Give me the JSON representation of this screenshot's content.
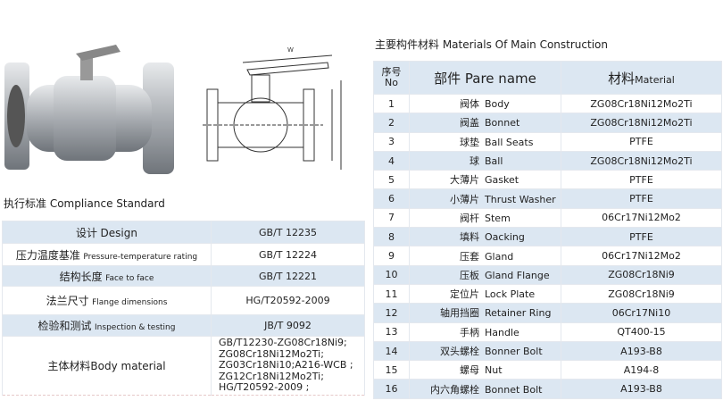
{
  "compliance": {
    "title": "执行标准 Compliance Standard",
    "rows": [
      {
        "label_cn": "设计",
        "label_en": "Design",
        "value": "GB/T 12235"
      },
      {
        "label_cn": "压力温度基准",
        "label_en": "Pressure-temperature rating",
        "value": "GB/T 12224"
      },
      {
        "label_cn": "结构长度",
        "label_en": "Face to face",
        "value": "GB/T 12221"
      },
      {
        "label_cn": "法兰尺寸",
        "label_en": "Flange dimensions",
        "value": "HG/T20592-2009"
      },
      {
        "label_cn": "检验和测试",
        "label_en": "Inspection & testing",
        "value": "JB/T 9092"
      },
      {
        "label_cn": "主体材料",
        "label_en": "Body material",
        "value": [
          "GB/T12230-ZG08Cr18Ni9;",
          "ZG08Cr18Ni12Mo2Ti;",
          "ZG03Cr18Ni10;A216-WCB ;",
          "ZG12Cr18Ni12Mo2Ti;",
          "HG/T20592-2009 ;"
        ]
      }
    ]
  },
  "materials": {
    "title": "主要构件材料 Materials Of Main Construction",
    "header": {
      "no_cn": "序号",
      "no_en": "No",
      "name": "部件 Pare name",
      "material_cn": "材料",
      "material_en": "Material"
    },
    "rows": [
      {
        "no": "1",
        "cn": "阀体",
        "en": "Body",
        "material": "ZG08Cr18Ni12Mo2Ti"
      },
      {
        "no": "2",
        "cn": "阀盖",
        "en": "Bonnet",
        "material": "ZG08Cr18Ni12Mo2Ti"
      },
      {
        "no": "3",
        "cn": "球垫",
        "en": "Ball Seats",
        "material": "PTFE"
      },
      {
        "no": "4",
        "cn": "球",
        "en": "Ball",
        "material": "ZG08Cr18Ni12Mo2Ti"
      },
      {
        "no": "5",
        "cn": "大薄片",
        "en": "Gasket",
        "material": "PTFE"
      },
      {
        "no": "6",
        "cn": "小薄片",
        "en": "Thrust Washer",
        "material": "PTFE"
      },
      {
        "no": "7",
        "cn": "阀杆",
        "en": "Stem",
        "material": "06Cr17Ni12Mo2"
      },
      {
        "no": "8",
        "cn": "填料",
        "en": "Oacking",
        "material": "PTFE"
      },
      {
        "no": "9",
        "cn": "压套",
        "en": "Gland",
        "material": "06Cr17Ni12Mo2"
      },
      {
        "no": "10",
        "cn": "压板",
        "en": "Gland Flange",
        "material": "ZG08Cr18Ni9"
      },
      {
        "no": "11",
        "cn": "定位片",
        "en": "Lock Plate",
        "material": "ZG08Cr18Ni9"
      },
      {
        "no": "12",
        "cn": "轴用挡圈",
        "en": "Retainer Ring",
        "material": "06Cr17Ni10"
      },
      {
        "no": "13",
        "cn": "手柄",
        "en": "Handle",
        "material": "QT400-15"
      },
      {
        "no": "14",
        "cn": "双头螺栓",
        "en": "Bonner Bolt",
        "material": "A193-B8"
      },
      {
        "no": "15",
        "cn": "螺母",
        "en": "Nut",
        "material": "A194-8"
      },
      {
        "no": "16",
        "cn": "内六角螺栓",
        "en": "Bonnet Bolt",
        "material": "A193-B8"
      }
    ]
  },
  "drawing": {
    "dim_label": "W"
  }
}
